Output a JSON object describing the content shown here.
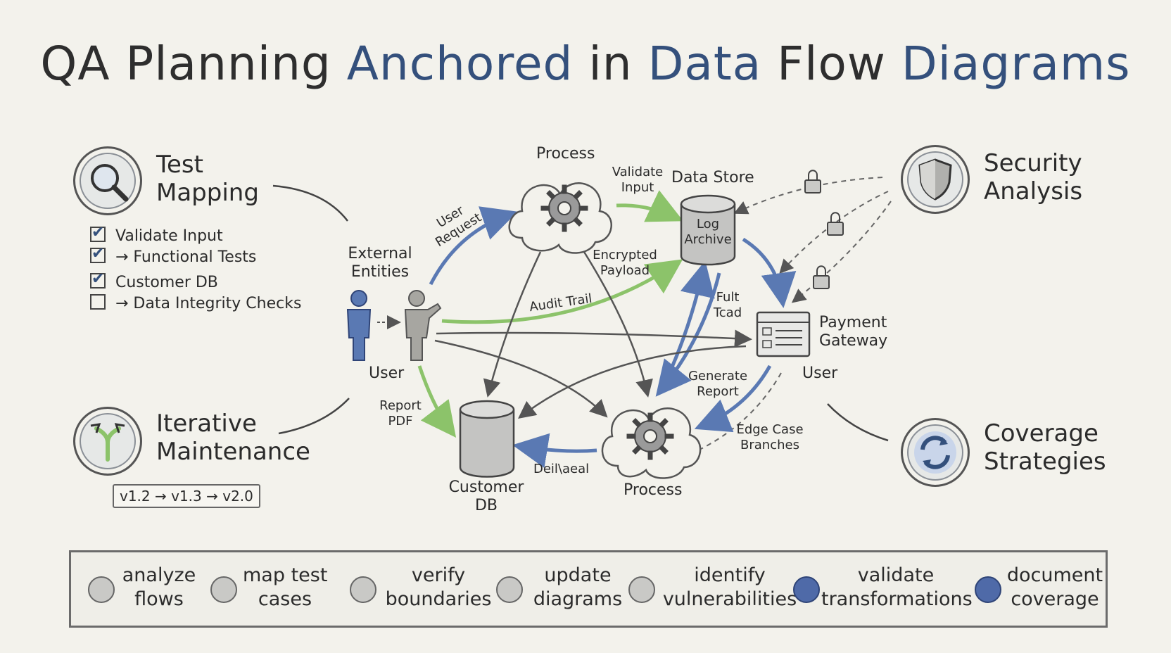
{
  "title": {
    "part1": "QA Planning ",
    "part2": "Anchored",
    "part3": " in ",
    "part4": "Data",
    "part5": " Flow ",
    "part6": "Diagrams"
  },
  "left": {
    "test_mapping": {
      "heading_line1": "Test",
      "heading_line2": "Mapping",
      "icon": "magnifier-icon",
      "items": [
        {
          "label": "Validate Input",
          "checked": true
        },
        {
          "label": "→ Functional Tests",
          "checked": true
        },
        {
          "label": "Customer DB",
          "checked": true
        },
        {
          "label": "→ Data Integrity Checks",
          "checked": false
        }
      ]
    },
    "iterative": {
      "heading_line1": "Iterative",
      "heading_line2": "Maintenance",
      "icon": "branch-arrow-icon",
      "versions": "v1.2 → v1.3 → v2.0"
    }
  },
  "right": {
    "security": {
      "heading_line1": "Security",
      "heading_line2": "Analysis",
      "icon": "shield-icon"
    },
    "coverage": {
      "heading_line1": "Coverage",
      "heading_line2": "Strategies",
      "icon": "refresh-icon"
    }
  },
  "diagram": {
    "process_top": "Process",
    "process_bottom": "Process",
    "data_store": "Data Store",
    "log_archive_line1": "Log",
    "log_archive_line2": "Archive",
    "external_line1": "External",
    "external_line2": "Entities",
    "user_left": "User",
    "user_right": "User",
    "payment_line1": "Payment",
    "payment_line2": "Gateway",
    "customer_db_line1": "Customer",
    "customer_db_line2": "DB",
    "flows": {
      "user_request_line1": "User",
      "user_request_line2": "Request",
      "validate_input_line1": "Validate",
      "validate_input_line2": "Input",
      "encrypted_line1": "Encrypted",
      "encrypted_line2": "Payload",
      "audit_trail": "Audit Trail",
      "full_line1": "Fult",
      "full_line2": "Tcad",
      "generate_line1": "Generate",
      "generate_line2": "Report",
      "report_pdf_line1": "Report",
      "report_pdf_line2": "PDF",
      "edge_line1": "Edge Case",
      "edge_line2": "Branches",
      "detail": "Deil\\aeal"
    },
    "colors": {
      "blue": "#5a79b3",
      "green": "#8cc36a",
      "dark": "#555555"
    }
  },
  "steps": [
    {
      "line1": "analyze",
      "line2": "flows",
      "highlight": false
    },
    {
      "line1": "map test",
      "line2": "cases",
      "highlight": false
    },
    {
      "line1": "verify",
      "line2": "boundaries",
      "highlight": false
    },
    {
      "line1": "update",
      "line2": "diagrams",
      "highlight": false
    },
    {
      "line1": "identify",
      "line2": "vulnerabilities",
      "highlight": false
    },
    {
      "line1": "validate",
      "line2": "transformations",
      "highlight": true
    },
    {
      "line1": "document",
      "line2": "coverage",
      "highlight": true
    }
  ]
}
